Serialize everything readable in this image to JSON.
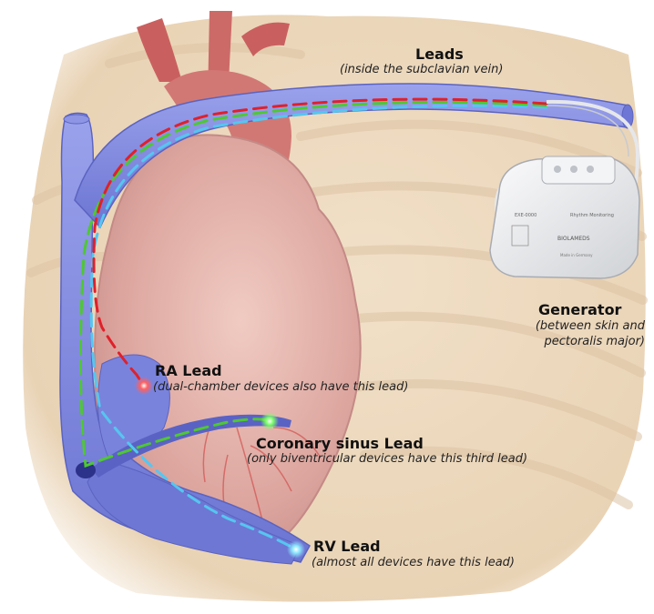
{
  "labels": {
    "leads": {
      "title": "Leads",
      "subtitle": "(inside the subclavian vein)"
    },
    "generator": {
      "title": "Generator",
      "subtitle_line1": "(between skin and",
      "subtitle_line2": "pectoralis major)"
    },
    "ra_lead": {
      "title": "RA Lead",
      "subtitle": "(dual-chamber devices also have this lead)"
    },
    "cs_lead": {
      "title": "Coronary sinus Lead",
      "subtitle": "(only biventricular devices have this third lead)"
    },
    "rv_lead": {
      "title": "RV Lead",
      "subtitle": "(almost all devices have this lead)"
    }
  },
  "device_text": {
    "model": "EXE-0000",
    "feature": "Rhythm Monitoring",
    "brand": "BIOLAMEDS",
    "footer": "Made in Germany"
  },
  "colors": {
    "skin_bg": "#eedcc4",
    "vein": "#7f88de",
    "vein_dark": "#5b63c0",
    "heart": "#d99c98",
    "ra_lead": "#e0202a",
    "cs_lead": "#4ec832",
    "rv_lead": "#55c6f0",
    "device": "#ecedee"
  }
}
